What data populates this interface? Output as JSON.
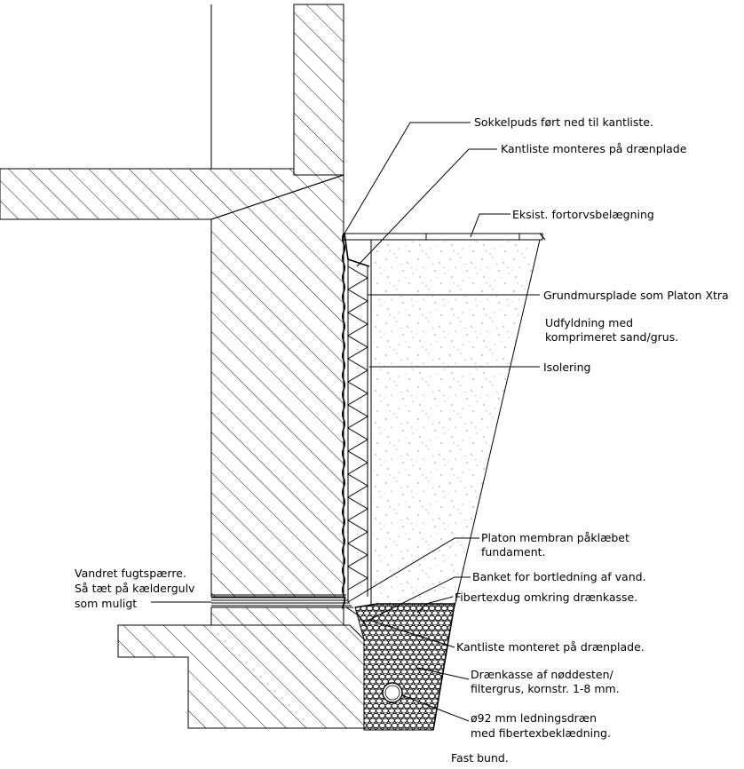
{
  "drawing": {
    "labels": {
      "sokkelpuds": "Sokkelpuds ført ned til kantliste.",
      "kantliste_top": "Kantliste monteres på drænplade",
      "fortov": "Eksist. fortorvsbelægning",
      "grundmursplade": "Grundmursplade som Platon Xtra",
      "udfyldning_1": "Udfyldning med",
      "udfyldning_2": "komprimeret sand/grus.",
      "isolering": "Isolering",
      "membran_1": "Platon membran påklæbet",
      "membran_2": "fundament.",
      "banket": "Banket for bortledning af vand.",
      "fibertex": "Fibertexdug omkring drænkasse.",
      "fugt_1": "Vandret fugtspærre.",
      "fugt_2": "Så tæt på kældergulv",
      "fugt_3": "som muligt",
      "kantliste_bottom": "Kantliste monteret på drænplade.",
      "draenkasse_1": "Drænkasse af nøddesten/",
      "draenkasse_2": "filtergrus, kornstr. 1-8 mm.",
      "ledning_1": "ø92 mm ledningsdræn",
      "ledning_2": "med fibertexbeklædning.",
      "fastbund": "Fast bund."
    }
  }
}
